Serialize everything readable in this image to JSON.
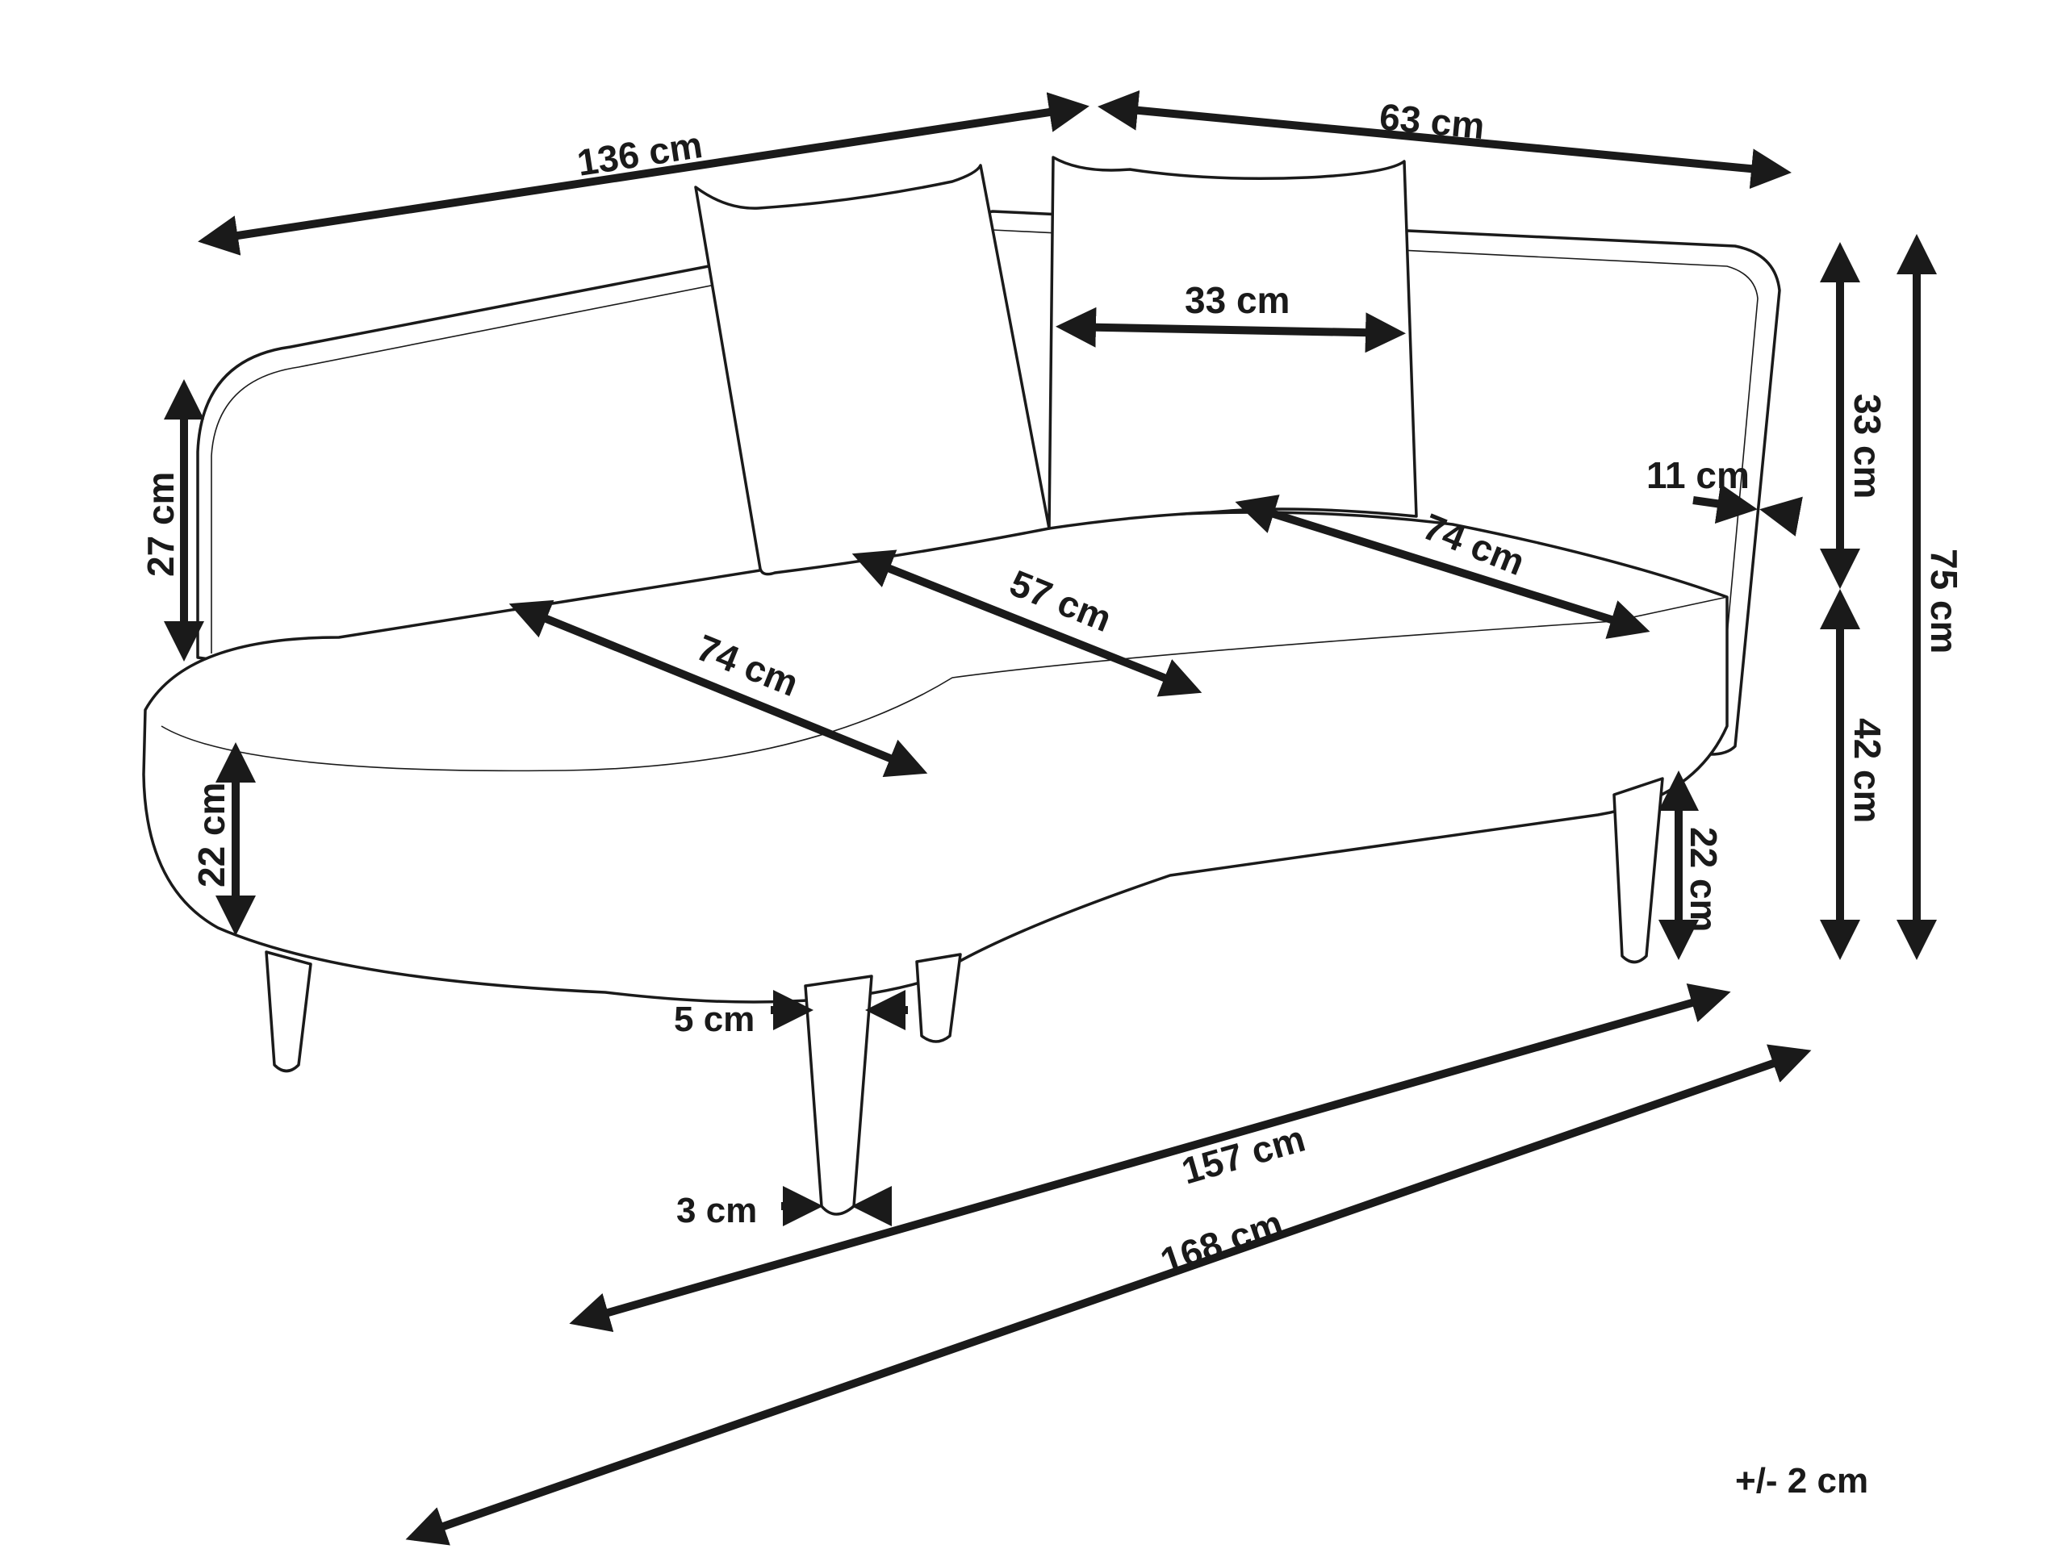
{
  "diagram": {
    "subject": "Chaise lounge with two cushions",
    "tolerance_note": "+/- 2 cm",
    "dimensions": {
      "backrest_length": "136 cm",
      "side_depth": "63 cm",
      "cushion_width": "33 cm",
      "backrest_height_right": "33 cm",
      "backrest_thickness": "11 cm",
      "total_height": "75 cm",
      "seat_height": "42 cm",
      "leg_height_right": "22 cm",
      "armrest_height_left": "27 cm",
      "seat_thickness_left": "22 cm",
      "seat_depth_left": "74 cm",
      "seat_depth_middle": "57 cm",
      "seat_depth_right": "74 cm",
      "leg_top_width": "5 cm",
      "leg_bottom_width": "3 cm",
      "seat_length": "157 cm",
      "total_length": "168 cm"
    }
  }
}
